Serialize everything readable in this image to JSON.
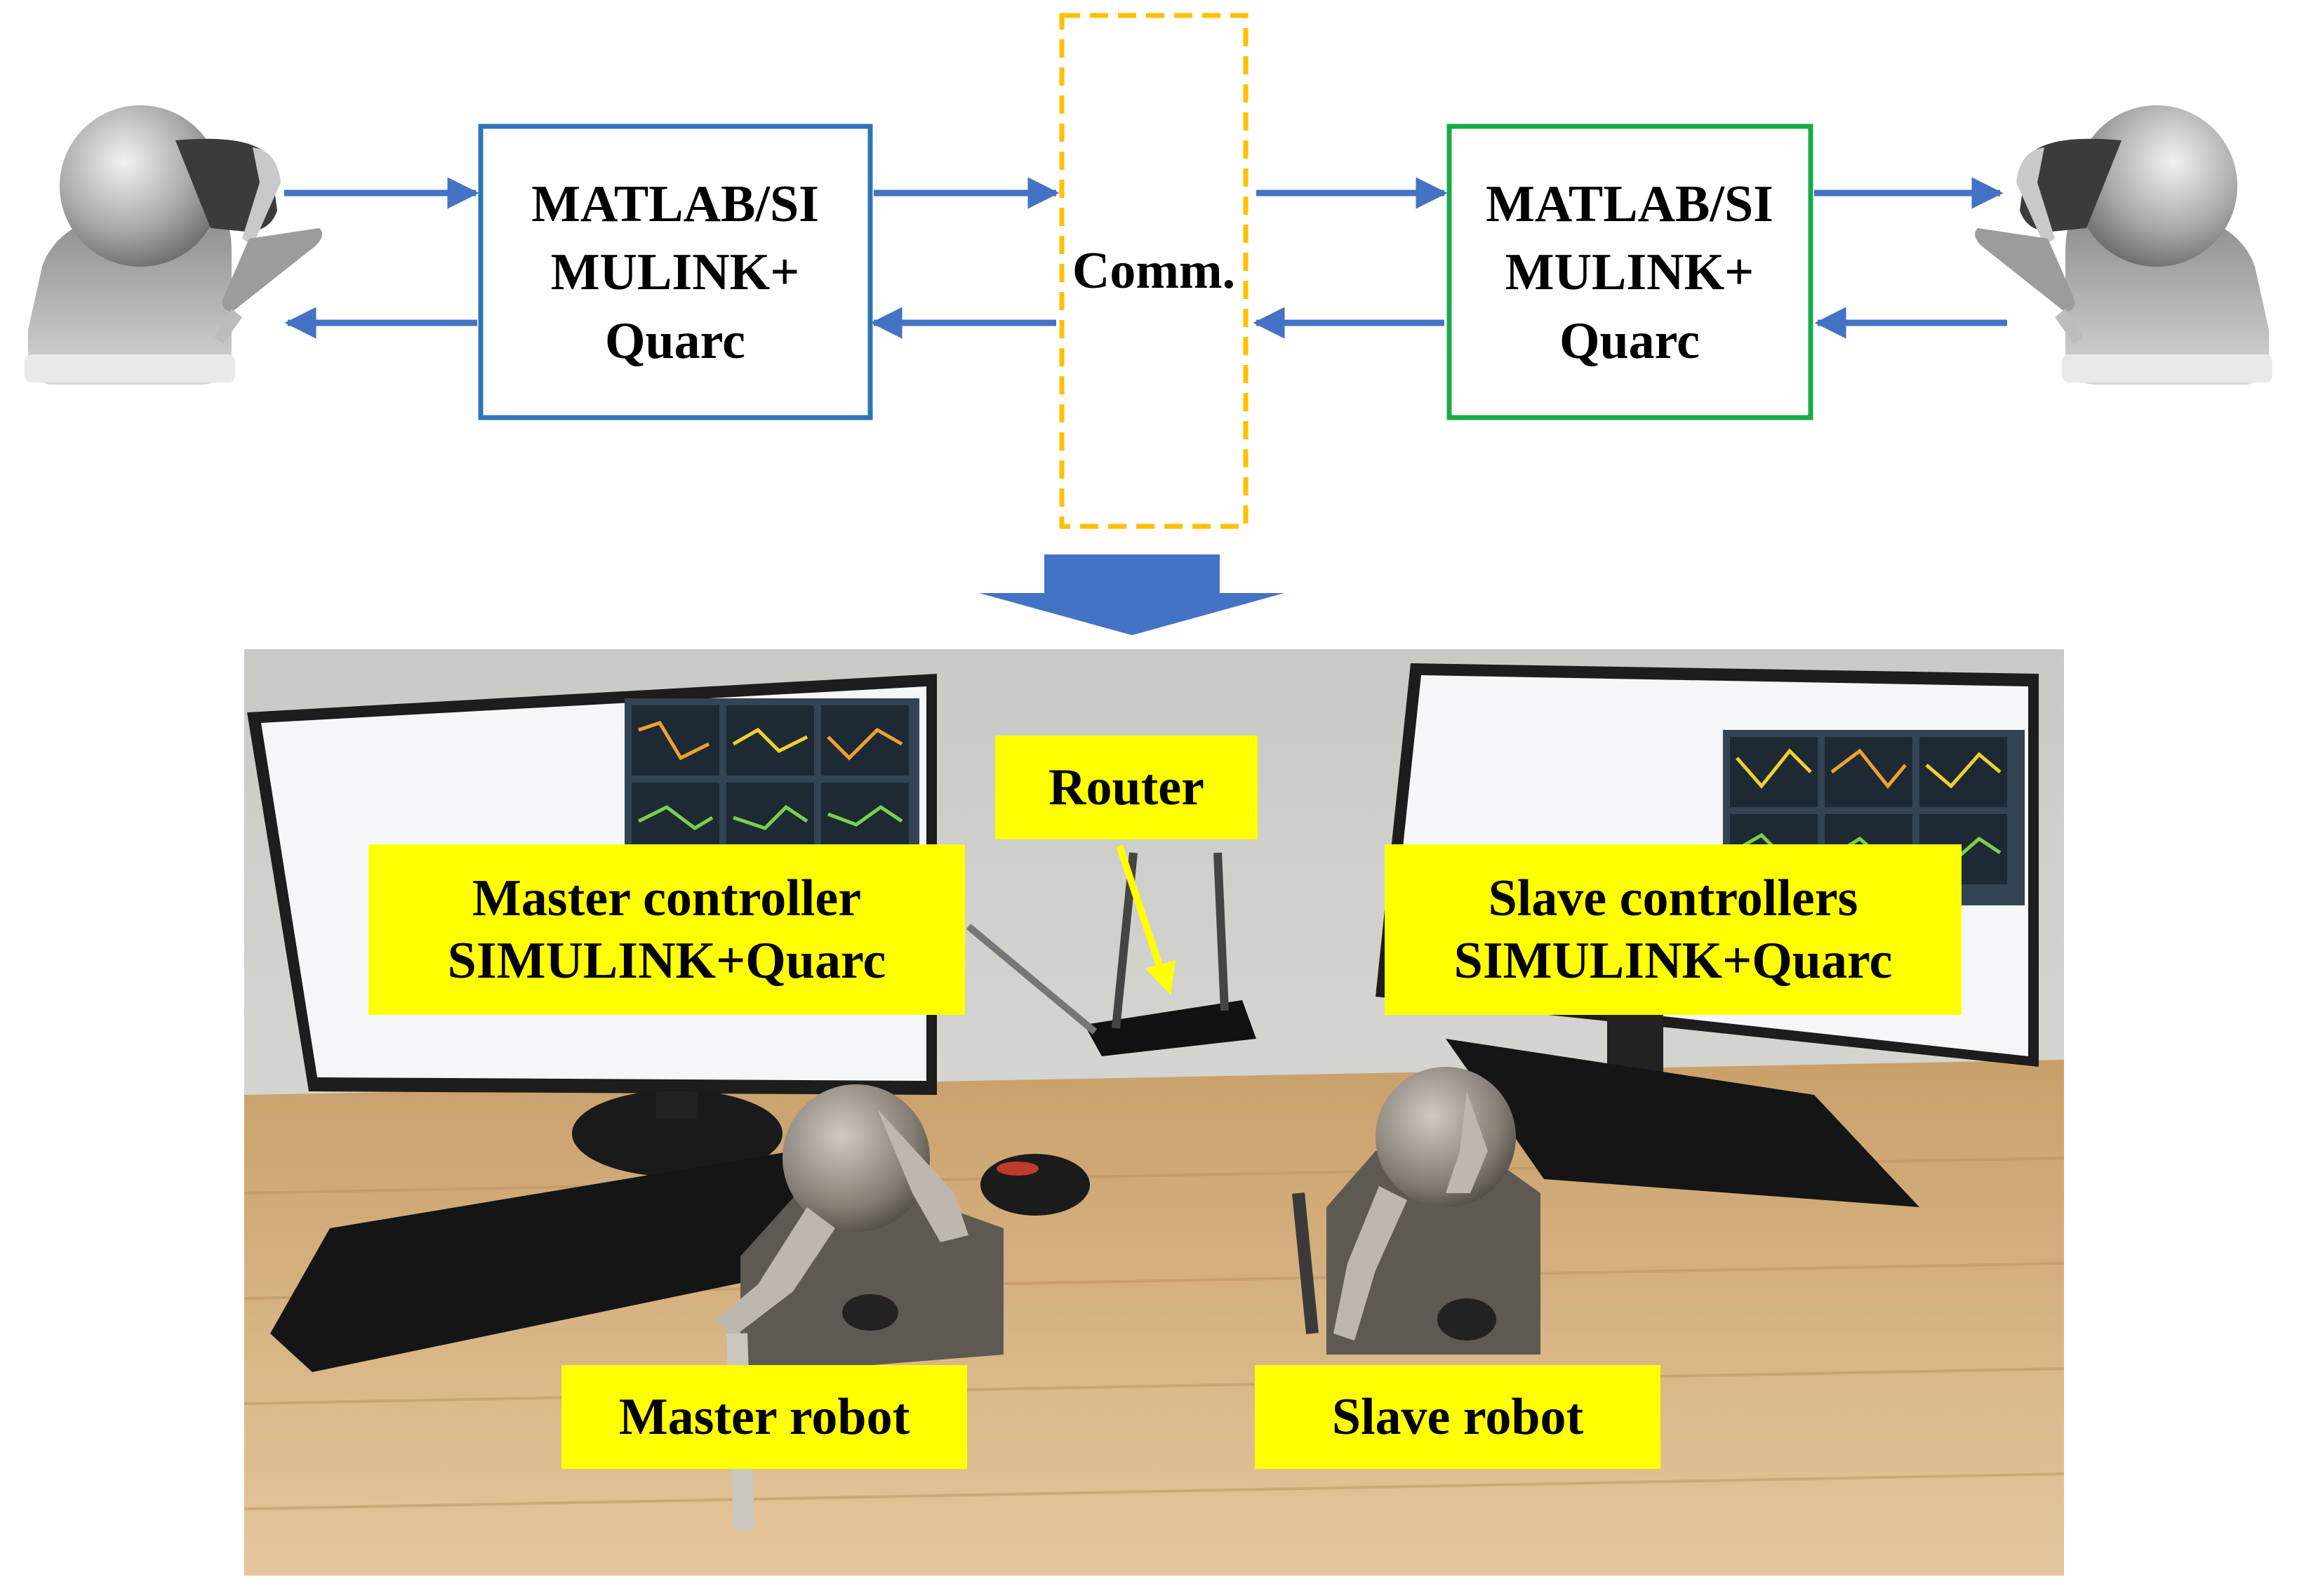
{
  "diagram": {
    "master_box": {
      "line1": "MATLAB/SI",
      "line2": "MULINK+",
      "line3": "Quarc"
    },
    "slave_box": {
      "line1": "MATLAB/SI",
      "line2": "MULINK+",
      "line3": "Quarc"
    },
    "comm_label": "Comm."
  },
  "photo_labels": {
    "router": "Router",
    "master_controller_line1": "Master controller",
    "master_controller_line2": "SIMULINK+Quarc",
    "slave_controllers_line1": "Slave controllers",
    "slave_controllers_line2": "SIMULINK+Quarc",
    "master_robot": "Master robot",
    "slave_robot": "Slave robot"
  },
  "colors": {
    "arrow": "#4472c4",
    "master_box_border": "#2e75b6",
    "slave_box_border": "#1aaa4a",
    "comm_border": "#ffc000",
    "label_bg": "#ffff00"
  }
}
